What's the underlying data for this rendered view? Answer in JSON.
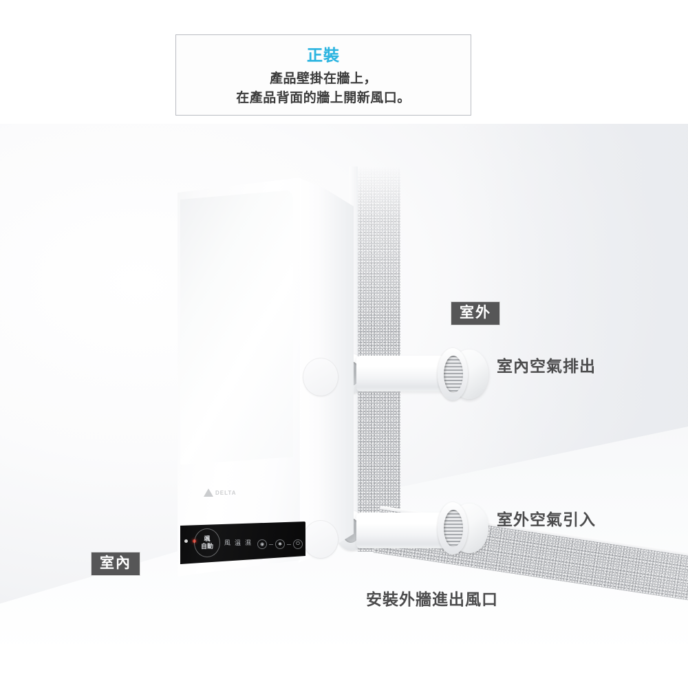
{
  "caption": {
    "title": "正裝",
    "lines": [
      "產品壁掛在牆上，",
      "在產品背面的牆上開新風口。"
    ],
    "title_color": "#2bb4e0",
    "body_color": "#3a3a3a",
    "border_color": "#b9bcc2"
  },
  "badges": {
    "outdoor": "室外",
    "indoor": "室內",
    "background": "#565657",
    "text_color": "#ffffff"
  },
  "labels": {
    "exhaust": "室內空氣排出",
    "intake": "室外空氣引入",
    "install": "安裝外牆進出風口",
    "color": "#4b4b4c"
  },
  "device": {
    "brand": "DELTA",
    "screen": {
      "dial_top": "颯",
      "dial_bottom": "自動",
      "status_icons": [
        "風",
        "溫",
        "濕"
      ],
      "button_icons": [
        "◉",
        "✱",
        "⏻"
      ],
      "led_colors": [
        "#d8d8d8",
        "#d23b2e"
      ]
    }
  },
  "scene": {
    "wall_color": "#c9cbce",
    "floor_color": "#f8f9fa",
    "device_color": "#ffffff",
    "duct_color": "#ffffff"
  }
}
